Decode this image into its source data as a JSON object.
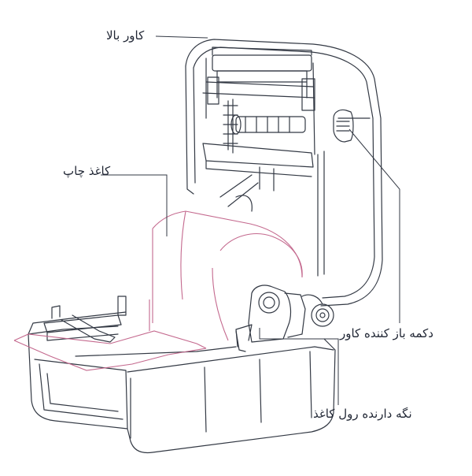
{
  "labels": {
    "top_cover": "کاور بالا",
    "paper": "کاغذ چاپ",
    "cover_release_button": "دکمه باز کننده کاور",
    "roll_holder": "نگه دارنده رول کاغذ"
  },
  "colors": {
    "line": "#333944",
    "paper": "#c4698e",
    "label_text": "#1f2533",
    "background": "#ffffff"
  }
}
